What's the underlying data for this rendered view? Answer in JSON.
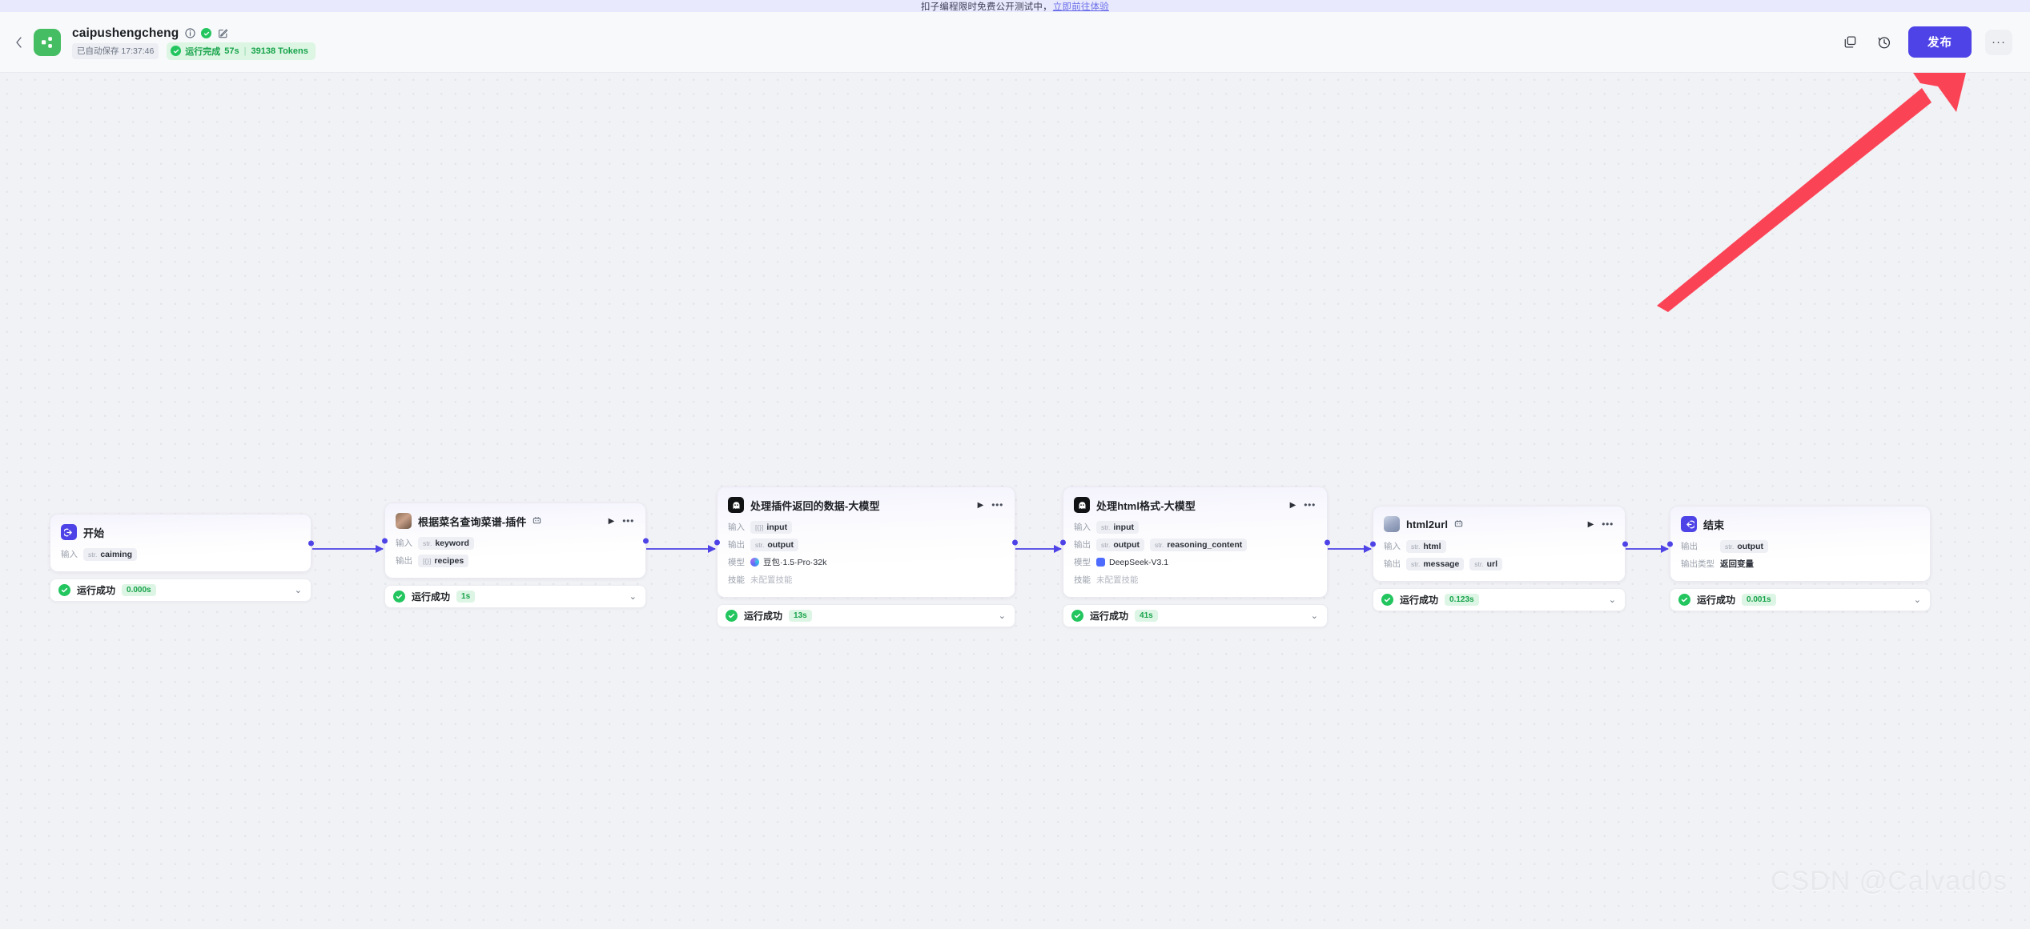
{
  "banner": {
    "text": "扣子编程限时免费公开测试中，",
    "link": "立即前往体验"
  },
  "header": {
    "back_icon": "chevron-left-icon",
    "logo_icon": "workflow-logo-icon",
    "title": "caipushengcheng",
    "info_icon": "info-icon",
    "verified_icon": "verified-check-icon",
    "edit_icon": "edit-pencil-icon",
    "autosave": "已自动保存 17:37:46",
    "run_status": "运行完成",
    "run_duration": "57s",
    "run_divider": "|",
    "run_tokens": "39138 Tokens",
    "actions": {
      "copy_icon": "duplicate-icon",
      "history_icon": "history-clock-icon",
      "publish_label": "发布",
      "more_label": "···"
    }
  },
  "nodes": [
    {
      "id": "start",
      "avatar_class": "av-start",
      "avatar_icon": "start-arrow-icon",
      "title": "开始",
      "title_suffix_icon": "",
      "has_actions": false,
      "rows": [
        {
          "label": "输入",
          "kind": "chips",
          "chips": [
            {
              "type": "str.",
              "name": "caiming"
            }
          ]
        }
      ],
      "ports": {
        "left": false,
        "right": true
      },
      "status": {
        "icon": "success-check-icon",
        "text": "运行成功",
        "duration": "0.000s",
        "chevron": "chevron-down-icon"
      }
    },
    {
      "id": "plugin-recipe",
      "avatar_class": "av-plugin",
      "avatar_icon": "plugin-avatar-icon",
      "title": "根据菜名查询菜谱-插件",
      "title_suffix_icon": "plugin-badge-icon",
      "has_actions": true,
      "rows": [
        {
          "label": "输入",
          "kind": "chips",
          "chips": [
            {
              "type": "str.",
              "name": "keyword"
            }
          ]
        },
        {
          "label": "输出",
          "kind": "chips",
          "chips": [
            {
              "type": "[{}]",
              "name": "recipes"
            }
          ]
        }
      ],
      "ports": {
        "left": true,
        "right": true
      },
      "status": {
        "icon": "success-check-icon",
        "text": "运行成功",
        "duration": "1s",
        "chevron": "chevron-down-icon"
      }
    },
    {
      "id": "llm-plugin-data",
      "avatar_class": "av-llm",
      "avatar_icon": "llm-ghost-icon",
      "title": "处理插件返回的数据-大模型",
      "title_suffix_icon": "",
      "has_actions": true,
      "rows": [
        {
          "label": "输入",
          "kind": "chips",
          "chips": [
            {
              "type": "[{}]",
              "name": "input"
            }
          ]
        },
        {
          "label": "输出",
          "kind": "chips",
          "chips": [
            {
              "type": "str.",
              "name": "output"
            }
          ]
        },
        {
          "label": "模型",
          "kind": "model",
          "logo": "model-doubao",
          "value": "豆包·1.5·Pro·32k"
        },
        {
          "label": "技能",
          "kind": "muted",
          "value": "未配置技能"
        }
      ],
      "ports": {
        "left": true,
        "right": true
      },
      "status": {
        "icon": "success-check-icon",
        "text": "运行成功",
        "duration": "13s",
        "chevron": "chevron-down-icon"
      }
    },
    {
      "id": "llm-html-format",
      "avatar_class": "av-llm",
      "avatar_icon": "llm-ghost-icon",
      "title": "处理html格式-大模型",
      "title_suffix_icon": "",
      "has_actions": true,
      "rows": [
        {
          "label": "输入",
          "kind": "chips",
          "chips": [
            {
              "type": "str.",
              "name": "input"
            }
          ]
        },
        {
          "label": "输出",
          "kind": "chips",
          "chips": [
            {
              "type": "str.",
              "name": "output"
            },
            {
              "type": "str.",
              "name": "reasoning_content"
            }
          ]
        },
        {
          "label": "模型",
          "kind": "model",
          "logo": "model-deepseek",
          "value": "DeepSeek-V3.1"
        },
        {
          "label": "技能",
          "kind": "muted",
          "value": "未配置技能"
        }
      ],
      "ports": {
        "left": true,
        "right": true
      },
      "status": {
        "icon": "success-check-icon",
        "text": "运行成功",
        "duration": "41s",
        "chevron": "chevron-down-icon"
      }
    },
    {
      "id": "html2url",
      "avatar_class": "av-html2url",
      "avatar_icon": "plugin-avatar-icon",
      "title": "html2url",
      "title_suffix_icon": "plugin-badge-icon",
      "has_actions": true,
      "rows": [
        {
          "label": "输入",
          "kind": "chips",
          "chips": [
            {
              "type": "str.",
              "name": "html"
            }
          ]
        },
        {
          "label": "输出",
          "kind": "chips",
          "chips": [
            {
              "type": "str.",
              "name": "message"
            },
            {
              "type": "str.",
              "name": "url"
            }
          ]
        }
      ],
      "ports": {
        "left": true,
        "right": true
      },
      "status": {
        "icon": "success-check-icon",
        "text": "运行成功",
        "duration": "0.123s",
        "chevron": "chevron-down-icon"
      }
    },
    {
      "id": "end",
      "avatar_class": "av-end",
      "avatar_icon": "end-arrow-icon",
      "title": "结束",
      "title_suffix_icon": "",
      "has_actions": false,
      "rows": [
        {
          "label": "输出",
          "kind": "chips",
          "chips": [
            {
              "type": "str.",
              "name": "output"
            }
          ]
        },
        {
          "label": "输出类型",
          "kind": "plain",
          "value": "返回变量"
        }
      ],
      "ports": {
        "left": true,
        "right": false
      },
      "status": {
        "icon": "success-check-icon",
        "text": "运行成功",
        "duration": "0.001s",
        "chevron": "chevron-down-icon"
      }
    }
  ],
  "annotation": {
    "arrow_color": "#fb4356",
    "name": "red-pointer-arrow"
  },
  "watermark": "CSDN @Calvad0s",
  "colors": {
    "accent": "#4e43e6",
    "success": "#22c55e",
    "canvas": "#f1f2f5",
    "banner": "#e9e9fd"
  }
}
